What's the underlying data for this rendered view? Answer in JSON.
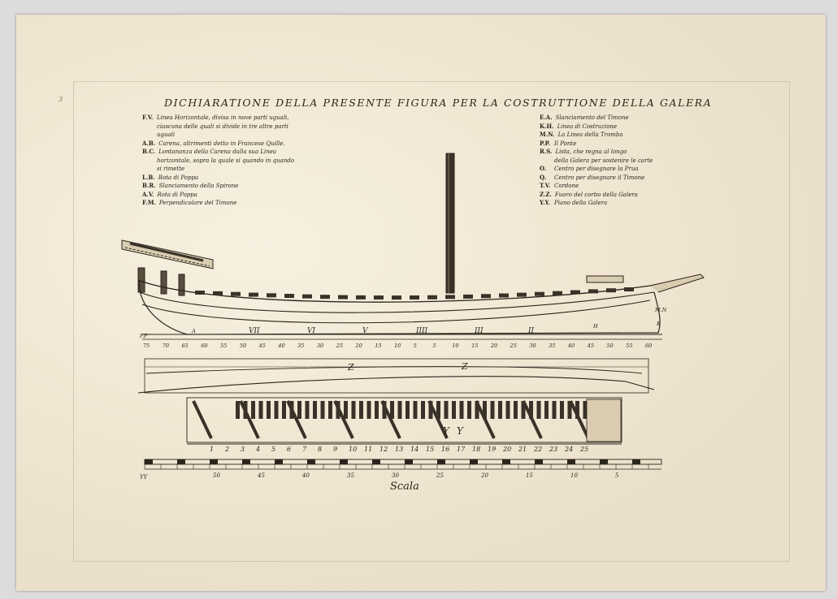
{
  "title": "DICHIARATIONE DELLA PRESENTE FIGURA PER LA COSTRUTTIONE DELLA GALERA",
  "page_mark": "3",
  "legend_left": [
    {
      "key": "F.V.",
      "text": "Linea Horizontale, divisa in nove parti uguali,"
    },
    {
      "key": "",
      "text": "ciascuna delle quali si divide in tre altre parti"
    },
    {
      "key": "",
      "text": "uguali"
    },
    {
      "key": "A.B.",
      "text": "Carena, altrimenti detto in Francese Quille."
    },
    {
      "key": "B.C.",
      "text": "Lontananza della Carena dalla sua Linea"
    },
    {
      "key": "",
      "text": "horizontale, sopra la quale si quando in quando"
    },
    {
      "key": "",
      "text": "si rimette"
    },
    {
      "key": "L.B.",
      "text": "Rota di Poppa"
    },
    {
      "key": "B.R.",
      "text": "Slanciamento della Spirone"
    },
    {
      "key": "A.V.",
      "text": "Rota di Poppa"
    },
    {
      "key": "F.M.",
      "text": "Perpendicolare del Timone"
    }
  ],
  "legend_right": [
    {
      "key": "E.A.",
      "text": "Slanciamento del Timone"
    },
    {
      "key": "K.H.",
      "text": "Linea di Costruzione"
    },
    {
      "key": "M.N.",
      "text": "La Linea della Tromba"
    },
    {
      "key": "P.P.",
      "text": "Il Ponte"
    },
    {
      "key": "R.S.",
      "text": "Lista, che regna al longo"
    },
    {
      "key": "",
      "text": "della Galera per sostenire le carte"
    },
    {
      "key": "O.",
      "text": "Centro per disegnare la Prua"
    },
    {
      "key": "Q.",
      "text": "Centro per disegnare il Timone"
    },
    {
      "key": "T.V.",
      "text": "Cordone"
    },
    {
      "key": "Z.Z.",
      "text": "Fuoro del corbo della Galera"
    },
    {
      "key": "Y.Y.",
      "text": "Piano della Galera"
    }
  ],
  "hull_roman": [
    "VII",
    "VI",
    "V",
    "IIII",
    "III",
    "II"
  ],
  "scale_row_top": [
    "75",
    "70",
    "65",
    "60",
    "55",
    "50",
    "45",
    "40",
    "35",
    "30",
    "25",
    "20",
    "15",
    "10",
    "5",
    "5",
    "10",
    "15",
    "20",
    "25",
    "30",
    "35",
    "40",
    "45",
    "50",
    "55",
    "60"
  ],
  "deck_numbers": [
    "1",
    "2",
    "3",
    "4",
    "5",
    "6",
    "7",
    "8",
    "9",
    "10",
    "11",
    "12",
    "13",
    "14",
    "15",
    "16",
    "17",
    "18",
    "19",
    "20",
    "21",
    "22",
    "23",
    "24",
    "25"
  ],
  "scale_numbers": [
    "50",
    "45",
    "40",
    "35",
    "30",
    "25",
    "20",
    "15",
    "10",
    "5"
  ],
  "labels": {
    "z1": "Z",
    "z2": "Z",
    "y1": "Y",
    "y2": "Y",
    "scala": "Scala",
    "yy_left": "YY",
    "mn": "M.N",
    "k": "K",
    "a": "A",
    "h": "H",
    "ff": "F.F"
  },
  "colors": {
    "paper": "#ede3cf",
    "ink": "#2a241c",
    "background": "#dcdcdc"
  }
}
